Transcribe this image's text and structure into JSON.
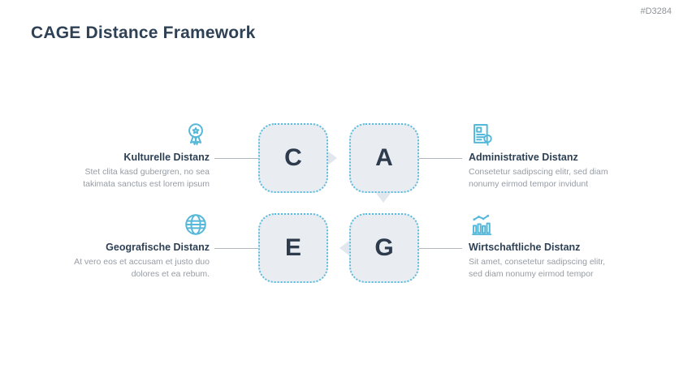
{
  "slide": {
    "title": "CAGE Distance Framework",
    "slide_id": "#D3284",
    "colors": {
      "heading_text": "#2e4155",
      "body_text": "#979ca4",
      "box_fill": "#e9edf2",
      "box_dotted_border": "#5cbcdb",
      "box_letter": "#2d3b4d",
      "icon_stroke": "#56b8d9",
      "connector_line": "#b3b8bf",
      "flow_arrow": "#e2e7ee"
    },
    "quadrants": [
      {
        "position": "top-left",
        "letter": "C",
        "icon": "award-ribbon-icon",
        "title": "Kulturelle Distanz",
        "description": "Stet clita kasd gubergren, no sea takimata sanctus est lorem ipsum"
      },
      {
        "position": "top-right",
        "letter": "A",
        "icon": "document-search-icon",
        "title": "Administrative Distanz",
        "description": "Consetetur sadipscing elitr, sed diam nonumy eirmod tempor invidunt"
      },
      {
        "position": "bottom-left",
        "letter": "E",
        "icon": "globe-icon",
        "title": "Geografische Distanz",
        "description": "At vero eos et accusam et justo duo dolores et ea rebum."
      },
      {
        "position": "bottom-right",
        "letter": "G",
        "icon": "bar-chart-icon",
        "title": "Wirtschaftliche Distanz",
        "description": "Sit amet, consetetur sadipscing elitr, sed diam nonumy eirmod tempor"
      }
    ],
    "flow": [
      "C to A",
      "A to G",
      "G to E"
    ]
  }
}
